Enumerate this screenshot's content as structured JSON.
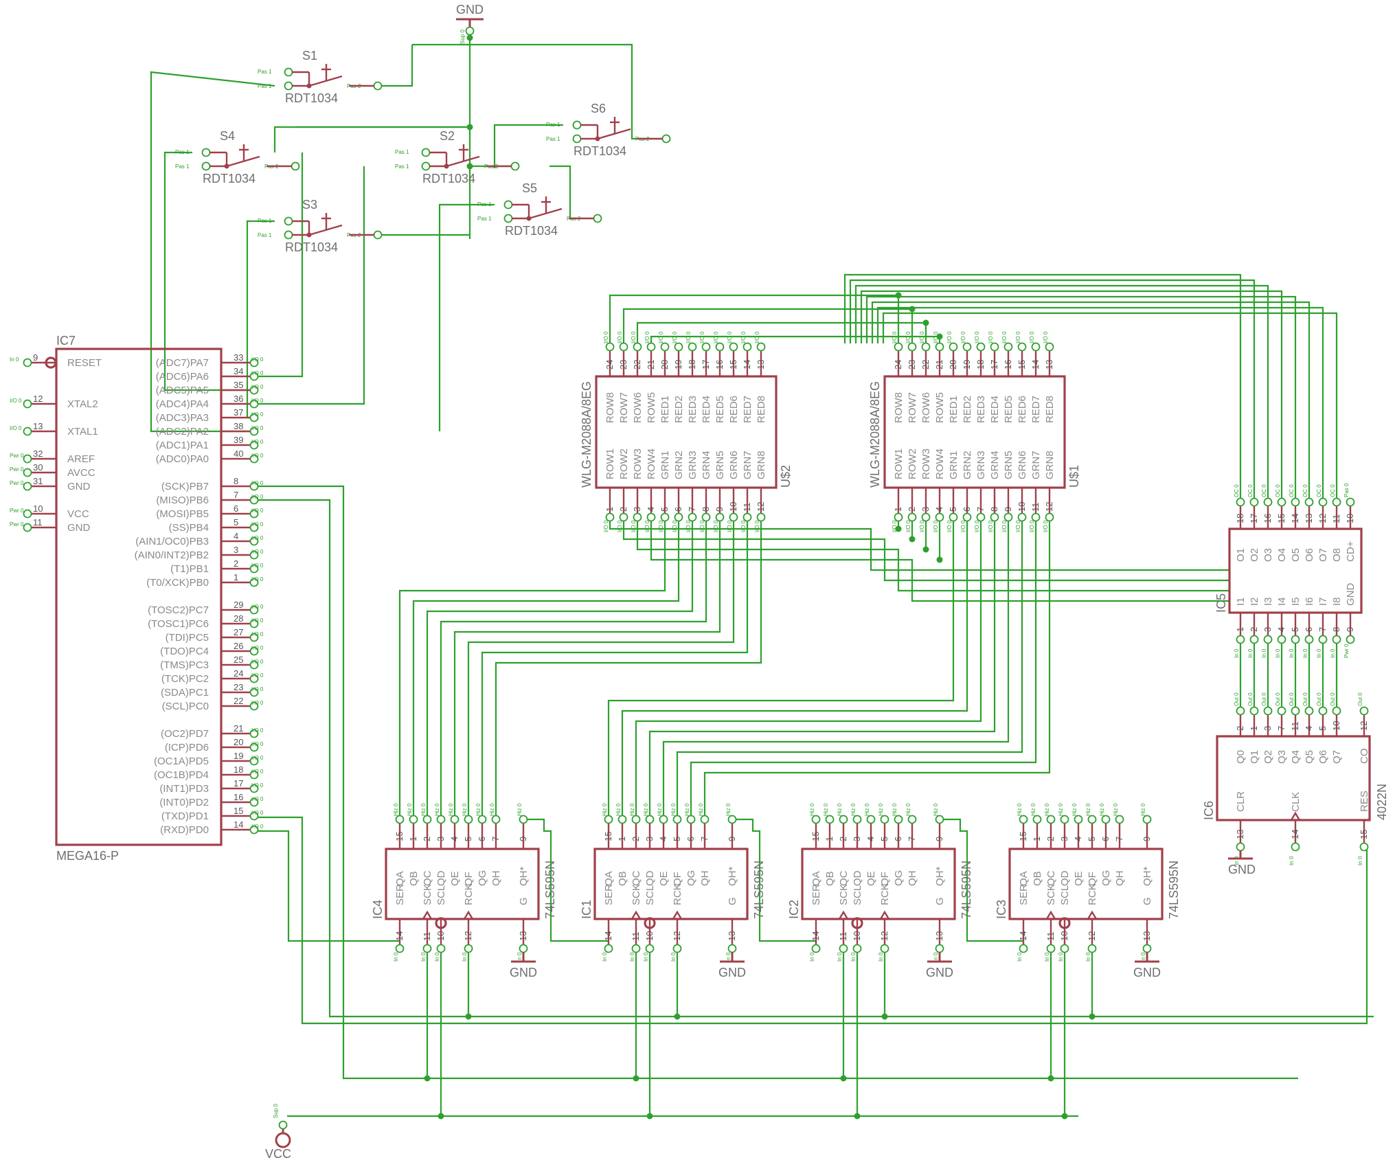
{
  "supplies": {
    "gnd": "GND",
    "vcc": "VCC"
  },
  "switches": [
    {
      "name": "S1",
      "value": "RDT1034"
    },
    {
      "name": "S2",
      "value": "RDT1034"
    },
    {
      "name": "S3",
      "value": "RDT1034"
    },
    {
      "name": "S4",
      "value": "RDT1034"
    },
    {
      "name": "S5",
      "value": "RDT1034"
    },
    {
      "name": "S6",
      "value": "RDT1034"
    }
  ],
  "switch_pin_labels": {
    "p1": "Pas 1",
    "p2": "Pas 2"
  },
  "mcu": {
    "name": "IC7",
    "value": "MEGA16-P",
    "left_pins": [
      {
        "num": "9",
        "label": "RESET"
      },
      {
        "num": "12",
        "label": "XTAL2"
      },
      {
        "num": "13",
        "label": "XTAL1"
      },
      {
        "num": "32",
        "label": "AREF"
      },
      {
        "num": "30",
        "label": "AVCC"
      },
      {
        "num": "31",
        "label": "GND"
      },
      {
        "num": "10",
        "label": "VCC"
      },
      {
        "num": "11",
        "label": "GND"
      }
    ],
    "right_pins": [
      {
        "num": "33",
        "label": "(ADC7)PA7"
      },
      {
        "num": "34",
        "label": "(ADC6)PA6"
      },
      {
        "num": "35",
        "label": "(ADC5)PA5"
      },
      {
        "num": "36",
        "label": "(ADC4)PA4"
      },
      {
        "num": "37",
        "label": "(ADC3)PA3"
      },
      {
        "num": "38",
        "label": "(ADC2)PA2"
      },
      {
        "num": "39",
        "label": "(ADC1)PA1"
      },
      {
        "num": "40",
        "label": "(ADC0)PA0"
      },
      {
        "num": "8",
        "label": "(SCK)PB7"
      },
      {
        "num": "7",
        "label": "(MISO)PB6"
      },
      {
        "num": "6",
        "label": "(MOSI)PB5"
      },
      {
        "num": "5",
        "label": "(SS)PB4"
      },
      {
        "num": "4",
        "label": "(AIN1/OC0)PB3"
      },
      {
        "num": "3",
        "label": "(AIN0/INT2)PB2"
      },
      {
        "num": "2",
        "label": "(T1)PB1"
      },
      {
        "num": "1",
        "label": "(T0/XCK)PB0"
      },
      {
        "num": "29",
        "label": "(TOSC2)PC7"
      },
      {
        "num": "28",
        "label": "(TOSC1)PC6"
      },
      {
        "num": "27",
        "label": "(TDI)PC5"
      },
      {
        "num": "26",
        "label": "(TDO)PC4"
      },
      {
        "num": "25",
        "label": "(TMS)PC3"
      },
      {
        "num": "24",
        "label": "(TCK)PC2"
      },
      {
        "num": "23",
        "label": "(SDA)PC1"
      },
      {
        "num": "22",
        "label": "(SCL)PC0"
      },
      {
        "num": "21",
        "label": "(OC2)PD7"
      },
      {
        "num": "20",
        "label": "(ICP)PD6"
      },
      {
        "num": "19",
        "label": "(OC1A)PD5"
      },
      {
        "num": "18",
        "label": "(OC1B)PD4"
      },
      {
        "num": "17",
        "label": "(INT1)PD3"
      },
      {
        "num": "16",
        "label": "(INT0)PD2"
      },
      {
        "num": "15",
        "label": "(TXD)PD1"
      },
      {
        "num": "14",
        "label": "(RXD)PD0"
      }
    ]
  },
  "matrices": [
    {
      "name": "U$2",
      "value": "WLG-M2088A/8EG"
    },
    {
      "name": "U$1",
      "value": "WLG-M2088A/8EG"
    }
  ],
  "matrix_pins": {
    "top_labels": [
      "ROW8",
      "ROW7",
      "ROW6",
      "ROW5",
      "RED1",
      "RED2",
      "RED3",
      "RED4",
      "RED5",
      "RED6",
      "RED7",
      "RED8"
    ],
    "top_nums": [
      "24",
      "23",
      "22",
      "21",
      "20",
      "19",
      "18",
      "17",
      "16",
      "15",
      "14",
      "13"
    ],
    "bottom_labels": [
      "ROW1",
      "ROW2",
      "ROW3",
      "ROW4",
      "GRN1",
      "GRN2",
      "GRN3",
      "GRN4",
      "GRN5",
      "GRN6",
      "GRN7",
      "GRN8"
    ],
    "bottom_nums": [
      "1",
      "2",
      "3",
      "4",
      "5",
      "6",
      "7",
      "8",
      "9",
      "10",
      "11",
      "12"
    ]
  },
  "shift_registers": [
    {
      "name": "IC4",
      "value": "74LS595N"
    },
    {
      "name": "IC1",
      "value": "74LS595N"
    },
    {
      "name": "IC2",
      "value": "74LS595N"
    },
    {
      "name": "IC3",
      "value": "74LS595N"
    }
  ],
  "sr_pins": {
    "top_labels": [
      "QA",
      "QB",
      "QC",
      "QD",
      "QE",
      "QF",
      "QG",
      "QH",
      "QH*"
    ],
    "top_nums": [
      "15",
      "1",
      "2",
      "3",
      "4",
      "5",
      "6",
      "7",
      "9"
    ],
    "bottom_labels": [
      "SER",
      "SCK",
      "SCL",
      "RCK",
      "G"
    ],
    "bottom_nums": [
      "14",
      "11",
      "10",
      "12",
      "13"
    ]
  },
  "driver": {
    "name": "IC5",
    "top_labels": [
      "O1",
      "O2",
      "O3",
      "O4",
      "O5",
      "O6",
      "O7",
      "O8",
      "CD+"
    ],
    "top_nums": [
      "18",
      "17",
      "16",
      "15",
      "14",
      "13",
      "12",
      "11",
      "10"
    ],
    "bottom_labels": [
      "I1",
      "I2",
      "I3",
      "I4",
      "I5",
      "I6",
      "I7",
      "I8",
      "GND"
    ],
    "bottom_nums": [
      "1",
      "2",
      "3",
      "4",
      "5",
      "6",
      "7",
      "8",
      "9"
    ]
  },
  "counter": {
    "name": "IC6",
    "value": "4022N",
    "top_labels": [
      "Q0",
      "Q1",
      "Q2",
      "Q3",
      "Q4",
      "Q5",
      "Q6",
      "Q7",
      "CO"
    ],
    "top_nums": [
      "2",
      "1",
      "3",
      "7",
      "11",
      "4",
      "5",
      "10",
      "12"
    ],
    "bottom_labels": [
      "CLR",
      "CLK",
      "RES"
    ],
    "bottom_nums": [
      "13",
      "14",
      "15"
    ]
  },
  "pin_types": {
    "io": "I/O 0",
    "in": "In 0",
    "out": "Out 0",
    "hiz": "Hiz 0",
    "pwr": "Pwr 0",
    "sup": "Sup 0",
    "oc": "OC 0"
  }
}
